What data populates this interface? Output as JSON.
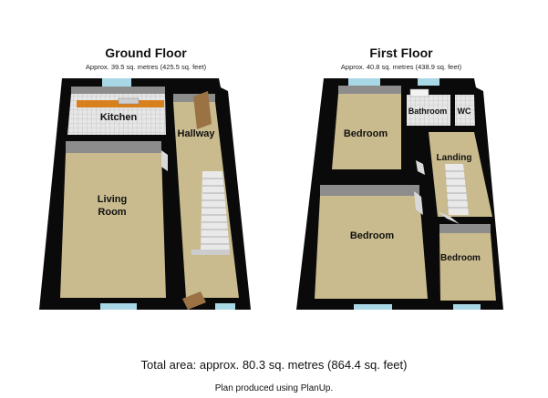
{
  "ground_floor": {
    "title": "Ground Floor",
    "area": "Approx. 39.5 sq. metres (425.5 sq. feet)",
    "rooms": {
      "kitchen": "Kitchen",
      "hallway": "Hallway",
      "living_1": "Living",
      "living_2": "Room"
    }
  },
  "first_floor": {
    "title": "First Floor",
    "area": "Approx. 40.8 sq. metres (438.9 sq. feet)",
    "rooms": {
      "bathroom": "Bathroom",
      "wc": "WC",
      "bedroom_1": "Bedroom",
      "landing": "Landing",
      "bedroom_2": "Bedroom",
      "bedroom_3": "Bedroom"
    }
  },
  "total_area": "Total area: approx. 80.3 sq. metres (864.4 sq. feet)",
  "credit": "Plan produced using PlanUp.",
  "colors": {
    "wall": "#0a0a0a",
    "wall_face": "#8c8c8c",
    "floor": "#c9bb8e",
    "floor_hatched": "#d9d9d9",
    "window": "#a8d8e6",
    "door": "#9a7244",
    "worktop": "#d9801e"
  }
}
